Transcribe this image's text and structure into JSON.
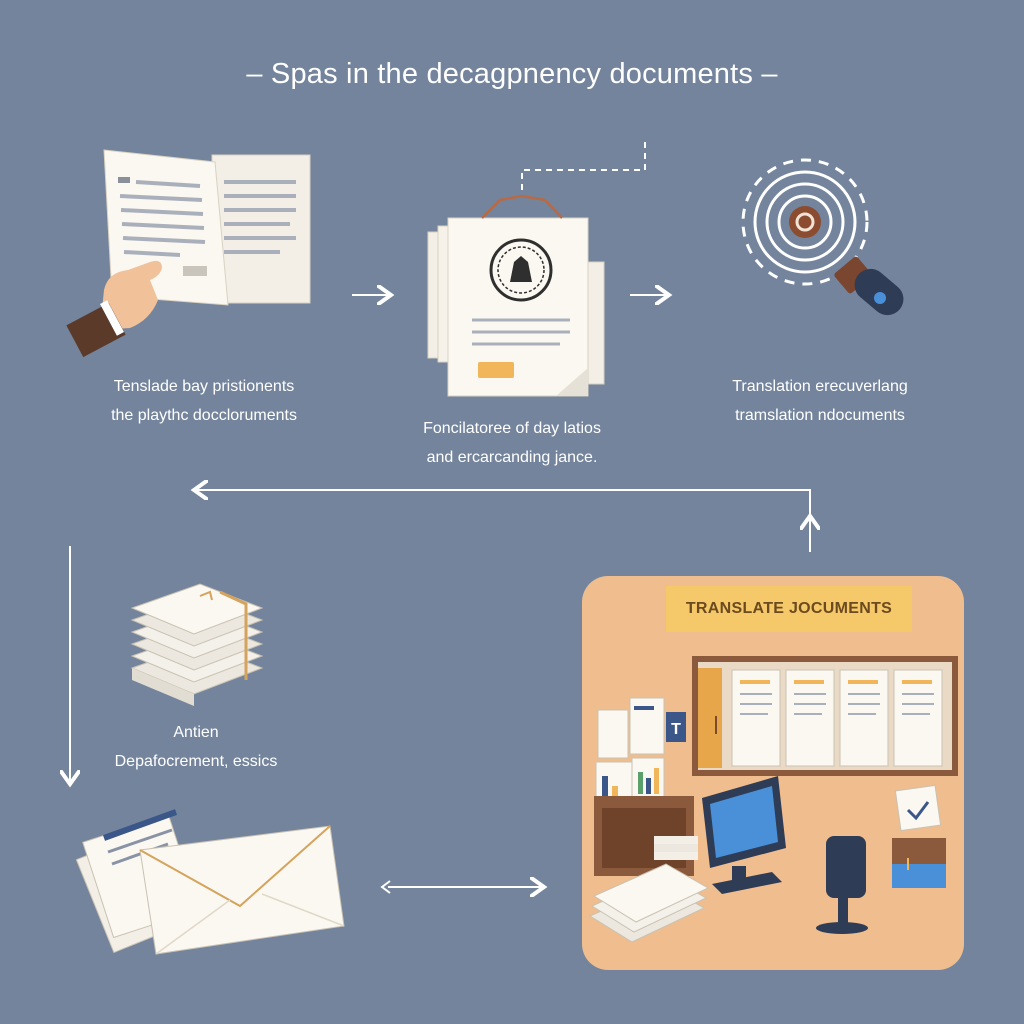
{
  "title": "– Spas in the decagpnency documents –",
  "steps": [
    {
      "id": "step1",
      "icon": "hand-holding-documents-icon",
      "caption_lines": [
        "Tenslade bay pristionents",
        "the playthc doccloruments"
      ]
    },
    {
      "id": "step2",
      "icon": "sealed-certificate-icon",
      "caption_lines": [
        "Foncilatoree of day latios",
        "and ercarcanding jance."
      ]
    },
    {
      "id": "step3",
      "icon": "magnifier-fingerprint-icon",
      "caption_lines": [
        "Translation erecuverlang",
        "tramslation ndocuments"
      ]
    },
    {
      "id": "step4",
      "icon": "document-stack-icon",
      "caption_lines": [
        "Antien",
        "Depafocrement, essics"
      ]
    },
    {
      "id": "step5",
      "icon": "envelope-documents-icon",
      "caption_lines": []
    }
  ],
  "office_panel": {
    "banner": "TRANSLATE JOCUMENTS",
    "icon": "translation-office-icon",
    "badge_letter": "T"
  },
  "colors": {
    "background": "#73849c",
    "office_panel": "#efbd8e",
    "banner": "#f5c86a",
    "paper": "#fbf8f1",
    "accent_orange": "#f2b65a",
    "cuff_brown": "#5b3a2a"
  }
}
